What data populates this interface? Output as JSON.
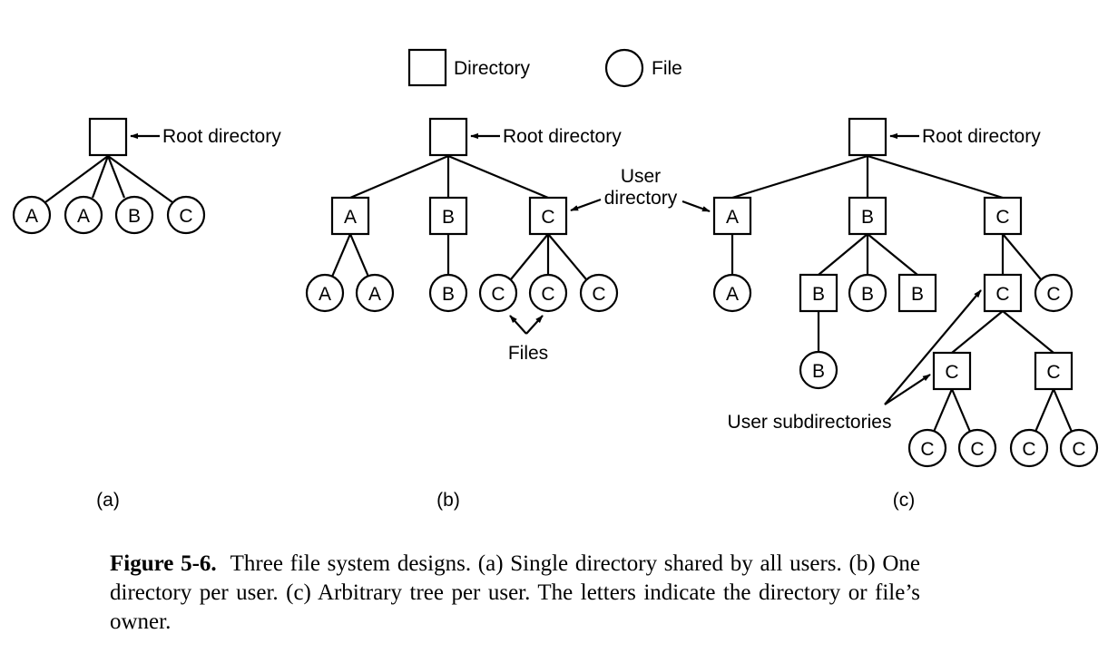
{
  "legend": {
    "directory": "Directory",
    "file": "File"
  },
  "annotations": {
    "root_a": "Root directory",
    "root_b": "Root directory",
    "root_c": "Root directory",
    "user_dir_line1": "User",
    "user_dir_line2": "directory",
    "files": "Files",
    "user_subdirs": "User subdirectories"
  },
  "panels": {
    "a": "(a)",
    "b": "(b)",
    "c": "(c)"
  },
  "nodes": {
    "a1": "A",
    "a2": "A",
    "a3": "B",
    "a4": "C",
    "b_dA": "A",
    "b_dB": "B",
    "b_dC": "C",
    "b_fA1": "A",
    "b_fA2": "A",
    "b_fB": "B",
    "b_fC1": "C",
    "b_fC2": "C",
    "b_fC3": "C",
    "c_dA": "A",
    "c_dB": "B",
    "c_dC": "C",
    "c_fA": "A",
    "c_dB2": "B",
    "c_fB1": "B",
    "c_dB3": "B",
    "c_fB2": "B",
    "c_dC2": "C",
    "c_fC1": "C",
    "c_dC3": "C",
    "c_dC4": "C",
    "c_fC2": "C",
    "c_fC3": "C",
    "c_fC4": "C",
    "c_fC5": "C"
  },
  "caption": {
    "label": "Figure 5-6.",
    "text": "Three file system designs. (a) Single directory shared by all users. (b) One directory per user. (c) Arbitrary tree per user. The letters indicate the directory or file’s owner."
  }
}
